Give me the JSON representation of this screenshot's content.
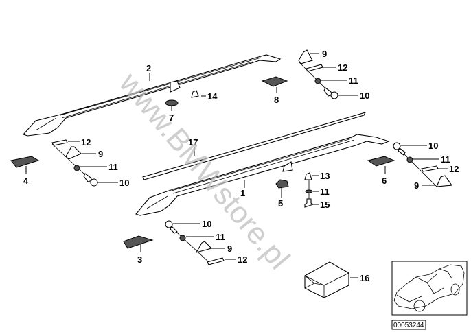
{
  "diagram": {
    "subject": "Roof rails parts diagram",
    "watermark": "www.BMWstore.pl",
    "reference_number": "00053244",
    "callouts": [
      {
        "id": "c1",
        "label": "1",
        "part": "roof-rail-right"
      },
      {
        "id": "c2",
        "label": "2",
        "part": "roof-rail-left"
      },
      {
        "id": "c3",
        "label": "3",
        "part": "cover-pad"
      },
      {
        "id": "c4",
        "label": "4",
        "part": "cover-pad"
      },
      {
        "id": "c5",
        "label": "5",
        "part": "grommet"
      },
      {
        "id": "c6",
        "label": "6",
        "part": "grommet"
      },
      {
        "id": "c7",
        "label": "7",
        "part": "cover-pad"
      },
      {
        "id": "c8",
        "label": "8",
        "part": "cover-pad"
      },
      {
        "id": "c9a",
        "label": "9",
        "part": "bracket"
      },
      {
        "id": "c9b",
        "label": "9",
        "part": "bracket"
      },
      {
        "id": "c9c",
        "label": "9",
        "part": "bracket"
      },
      {
        "id": "c9d",
        "label": "9",
        "part": "bracket"
      },
      {
        "id": "c10a",
        "label": "10",
        "part": "bolt"
      },
      {
        "id": "c10b",
        "label": "10",
        "part": "bolt"
      },
      {
        "id": "c10c",
        "label": "10",
        "part": "bolt"
      },
      {
        "id": "c10d",
        "label": "10",
        "part": "bolt"
      },
      {
        "id": "c11a",
        "label": "11",
        "part": "washer"
      },
      {
        "id": "c11b",
        "label": "11",
        "part": "washer"
      },
      {
        "id": "c11c",
        "label": "11",
        "part": "washer"
      },
      {
        "id": "c11d",
        "label": "11",
        "part": "washer"
      },
      {
        "id": "c11e",
        "label": "11",
        "part": "washer"
      },
      {
        "id": "c12a",
        "label": "12",
        "part": "spacer-sleeve"
      },
      {
        "id": "c12b",
        "label": "12",
        "part": "spacer-sleeve"
      },
      {
        "id": "c12c",
        "label": "12",
        "part": "spacer-sleeve"
      },
      {
        "id": "c12d",
        "label": "12",
        "part": "spacer-sleeve"
      },
      {
        "id": "c13",
        "label": "13",
        "part": "clip"
      },
      {
        "id": "c14",
        "label": "14",
        "part": "clip"
      },
      {
        "id": "c15",
        "label": "15",
        "part": "screw"
      },
      {
        "id": "c16",
        "label": "16",
        "part": "kit-box"
      },
      {
        "id": "c17",
        "label": "17",
        "part": "trim-strip"
      }
    ]
  }
}
